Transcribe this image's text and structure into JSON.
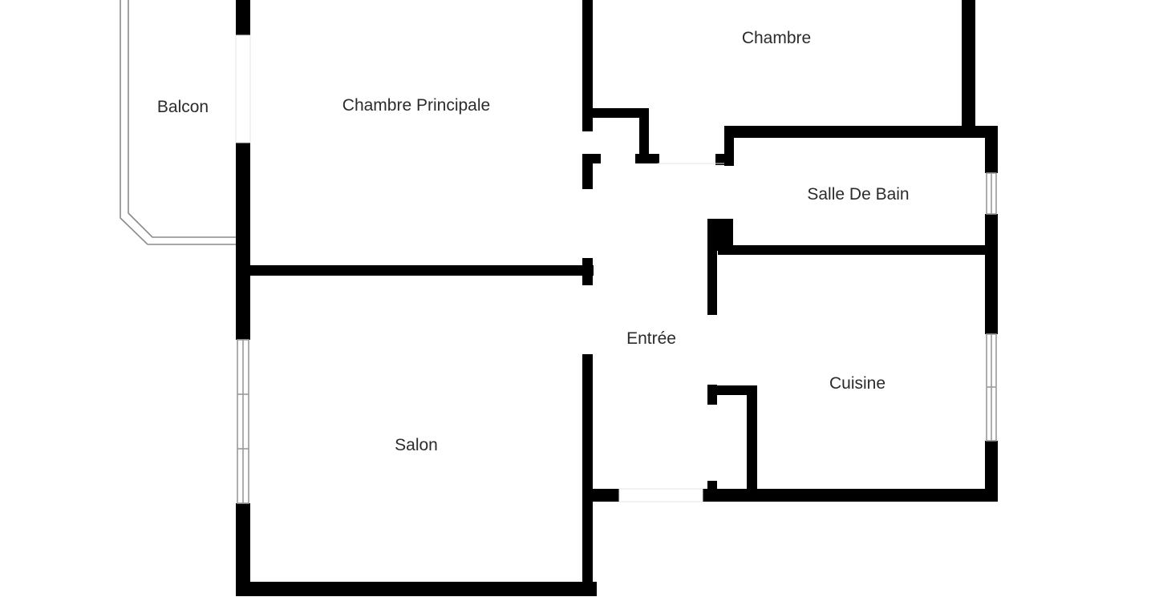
{
  "rooms": {
    "balcon": "Balcon",
    "chambre_principale": "Chambre Principale",
    "chambre": "Chambre",
    "salle_de_bain": "Salle De Bain",
    "entree": "Entrée",
    "cuisine": "Cuisine",
    "salon": "Salon"
  },
  "colors": {
    "wall": "#000000",
    "window_outline": "#9a9a9a",
    "balcony_outline": "#8a8a8a",
    "background": "#ffffff"
  }
}
